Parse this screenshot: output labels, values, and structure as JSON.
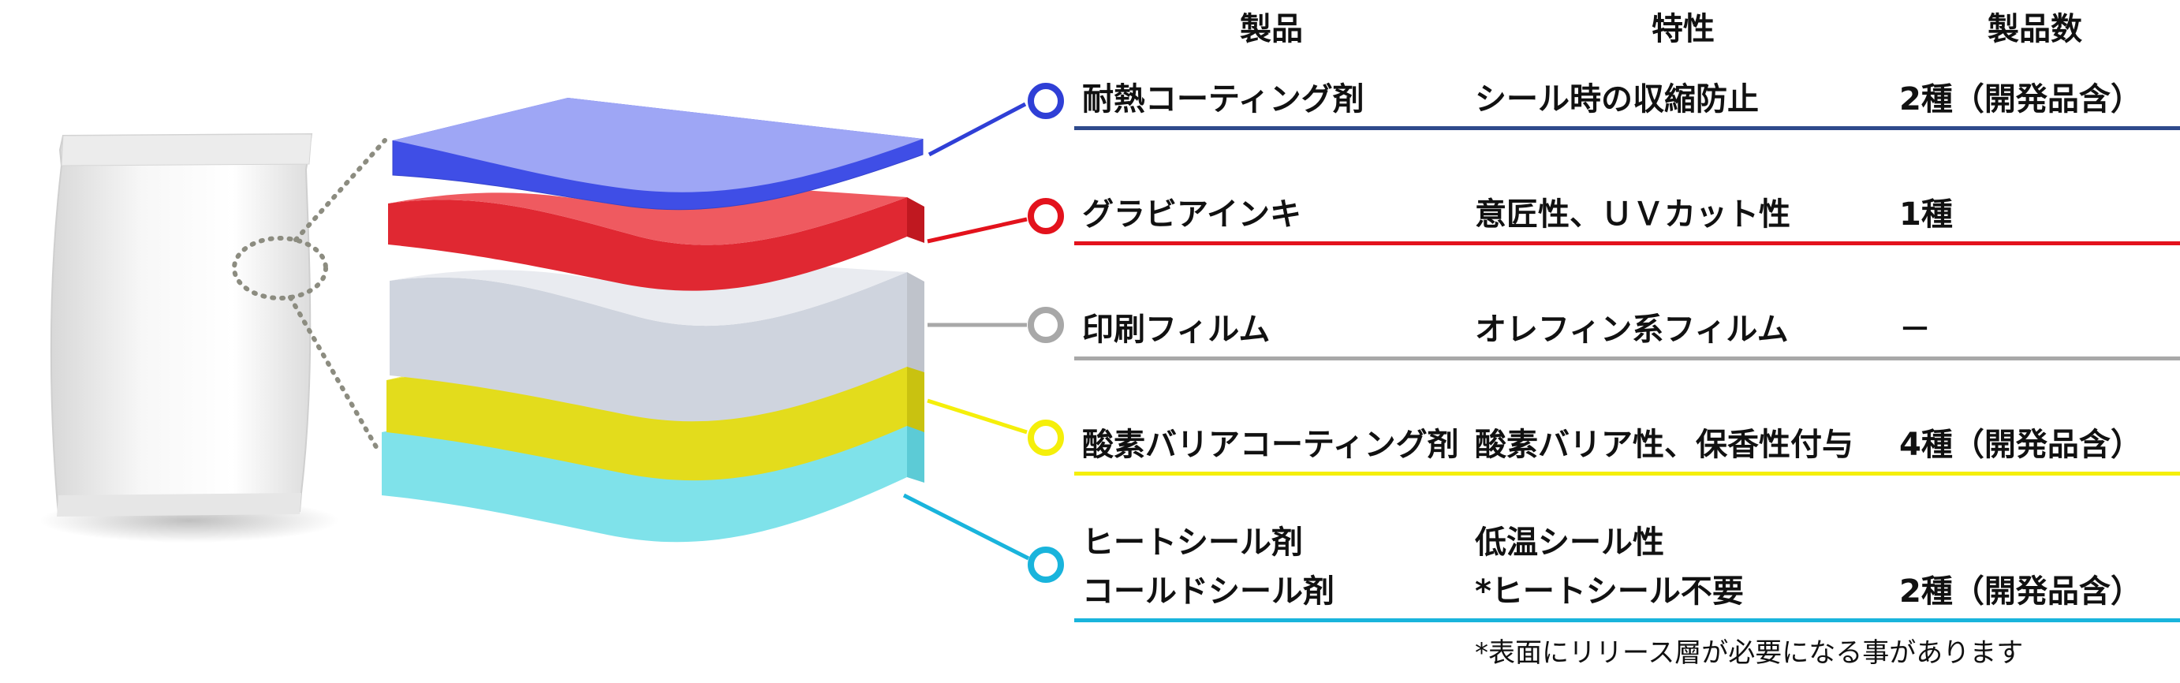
{
  "headers": {
    "product": "製品",
    "property": "特性",
    "count": "製品数"
  },
  "colors": {
    "blue": "#2f3fd6",
    "red": "#e3121c",
    "gray": "#a8a8a8",
    "yellow": "#f5ef0a",
    "cyan": "#19b4dc",
    "blue_line": "#2e4a8c"
  },
  "rows": [
    {
      "product": [
        "耐熱コーティング剤"
      ],
      "property": [
        "シール時の収縮防止"
      ],
      "count": "2種（開発品含）"
    },
    {
      "product": [
        "グラビアインキ"
      ],
      "property": [
        "意匠性、ＵＶカット性"
      ],
      "count": "1種"
    },
    {
      "product": [
        "印刷フィルム"
      ],
      "property": [
        "オレフィン系フィルム"
      ],
      "count": "－"
    },
    {
      "product": [
        "酸素バリアコーティング剤"
      ],
      "property": [
        "酸素バリア性、保香性付与"
      ],
      "count": "4種（開発品含）"
    },
    {
      "product": [
        "ヒートシール剤",
        "コールドシール剤"
      ],
      "property": [
        "低温シール性",
        "*ヒートシール不要"
      ],
      "count": "2種（開発品含）"
    }
  ],
  "footnote": "*表面にリリース層が必要になる事があります"
}
